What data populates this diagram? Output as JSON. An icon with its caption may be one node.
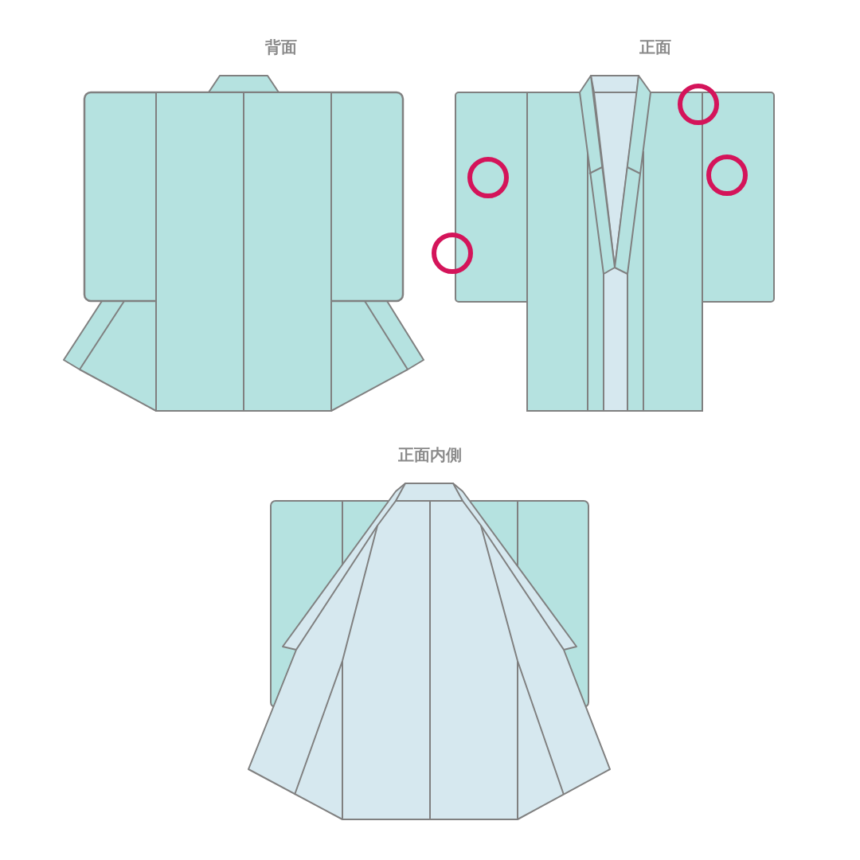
{
  "diagram": {
    "labels": [
      "背面",
      "正面",
      "正面内側"
    ]
  }
}
